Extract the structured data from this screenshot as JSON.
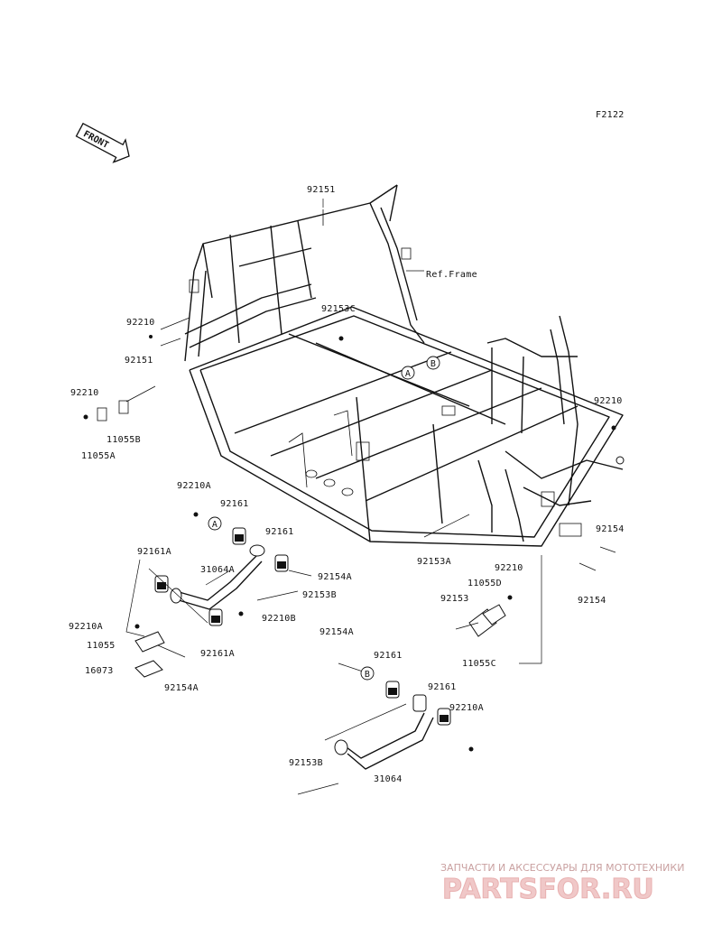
{
  "diagram_code": "F2122",
  "front_marker": "FRONT",
  "callout_A": "A",
  "callout_B": "B",
  "labels": {
    "l92151_top": "92151",
    "ref_frame": "Ref.Frame",
    "l92153C": "92153C",
    "l92210_left_upper": "92210",
    "l92151_left": "92151",
    "l92210_left": "92210",
    "l11055B": "11055B",
    "l11055A": "11055A",
    "l92210_right": "92210",
    "l92210A_1": "92210A",
    "l92161_1": "92161",
    "l92161_2": "92161",
    "l92161A_1": "92161A",
    "l31064A": "31064A",
    "l92154A_1": "92154A",
    "l92153B_1": "92153B",
    "l92210B": "92210B",
    "l92210A_2": "92210A",
    "l11055": "11055",
    "l92161A_2": "92161A",
    "l16073": "16073",
    "l92154A_2": "92154A",
    "l92153A": "92153A",
    "l92154_1": "92154",
    "l92154_2": "92154",
    "l92210_mid": "92210",
    "l11055D": "11055D",
    "l92153": "92153",
    "l11055C": "11055C",
    "l92154A_3": "92154A",
    "l92161_3": "92161",
    "l92161_4": "92161",
    "l92210A_3": "92210A",
    "l92153B_2": "92153B",
    "l31064": "31064"
  },
  "watermark": {
    "tagline": "ЗАПЧАСТИ И АКСЕССУАРЫ ДЛЯ МОТОТЕХНИКИ",
    "brand": "PARTSFOR.RU"
  }
}
